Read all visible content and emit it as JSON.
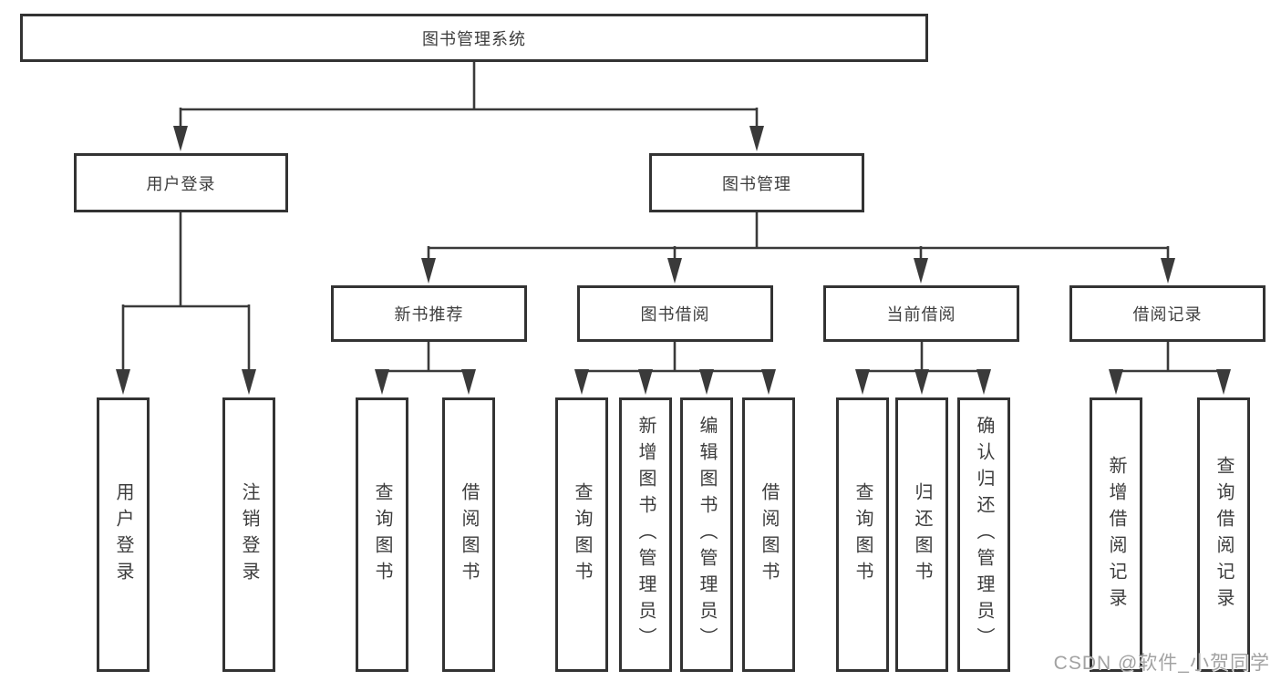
{
  "diagram": {
    "root": "图书管理系统",
    "user_login": {
      "label": "用户登录",
      "children": [
        "用户登录",
        "注销登录"
      ]
    },
    "book_management": {
      "label": "图书管理",
      "sections": [
        {
          "label": "新书推荐",
          "children": [
            "查询图书",
            "借阅图书"
          ]
        },
        {
          "label": "图书借阅",
          "children": [
            "查询图书",
            "新增图书（管理员）",
            "编辑图书（管理员）",
            "借阅图书"
          ]
        },
        {
          "label": "当前借阅",
          "children": [
            "查询图书",
            "归还图书",
            "确认归还（管理员）"
          ]
        },
        {
          "label": "借阅记录",
          "children": [
            "新增借阅记录",
            "查询借阅记录"
          ]
        }
      ]
    }
  },
  "watermark": "CSDN @软件_小贺同学",
  "colors": {
    "line": "#3a3a3a",
    "border": "#333333",
    "text": "#3d3d3d",
    "watermark": "#a2a2a2"
  }
}
